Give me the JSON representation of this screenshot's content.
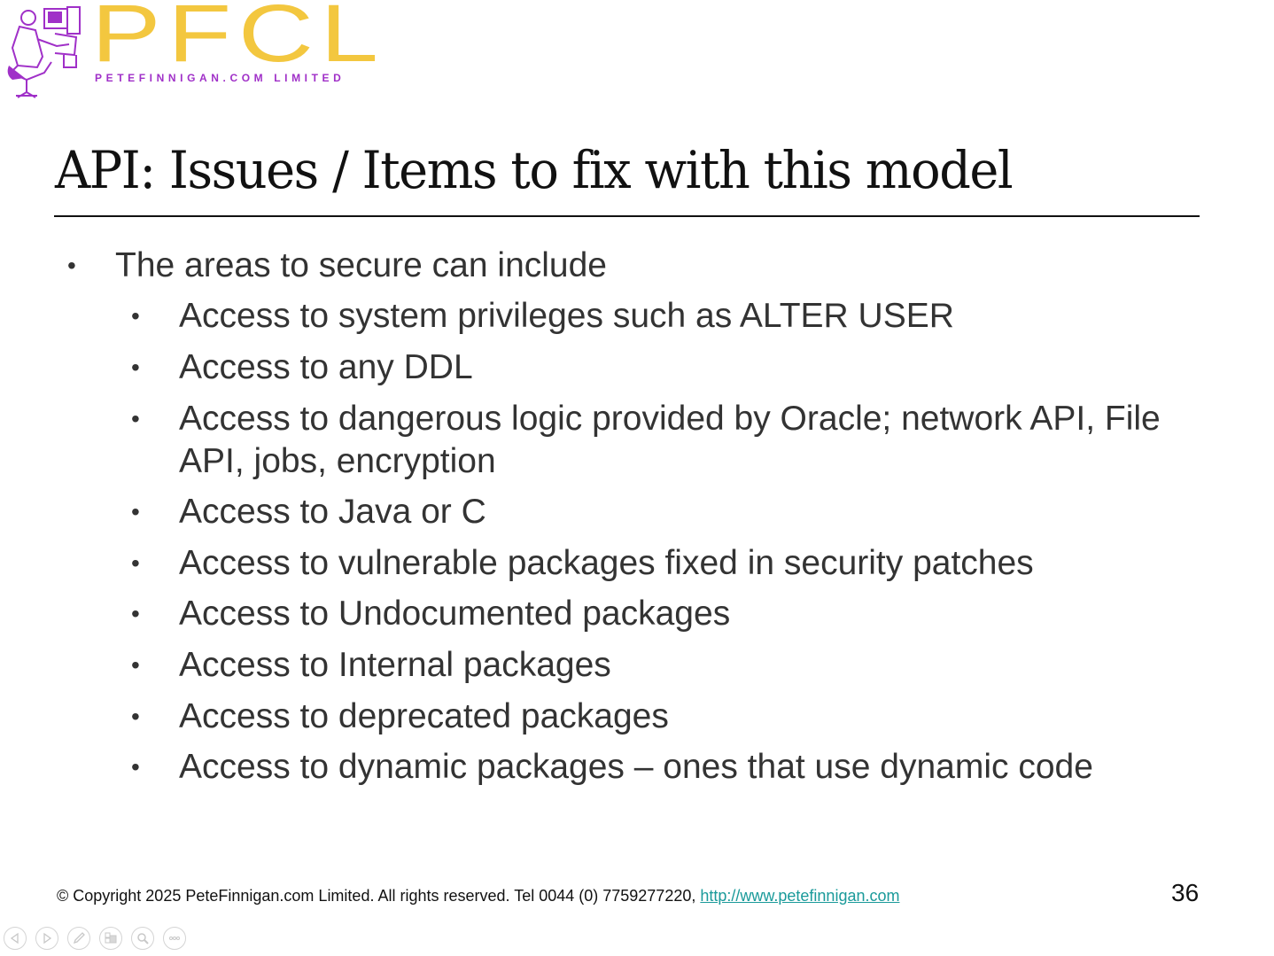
{
  "logo": {
    "wordmark": "PFCL",
    "subtitle": "PETEFINNIGAN.COM LIMITED",
    "wordmark_color": "#f3c73f",
    "accent_color": "#a030c8"
  },
  "slide": {
    "title": "API: Issues / Items to fix with this model",
    "bullets": [
      {
        "level": 1,
        "text": "The areas to secure can include"
      },
      {
        "level": 2,
        "text": "Access to system privileges such as ALTER USER"
      },
      {
        "level": 2,
        "text": "Access to any DDL"
      },
      {
        "level": 2,
        "text": "Access to dangerous logic provided by Oracle; network API, File",
        "cont": "API, jobs, encryption"
      },
      {
        "level": 2,
        "text": "Access to Java or C"
      },
      {
        "level": 2,
        "text": "Access to vulnerable packages fixed in security patches"
      },
      {
        "level": 2,
        "text": "Access to Undocumented packages"
      },
      {
        "level": 2,
        "text": "Access to Internal packages"
      },
      {
        "level": 2,
        "text": "Access to deprecated packages"
      },
      {
        "level": 2,
        "text": "Access to dynamic packages – ones that use dynamic code"
      }
    ],
    "bullet_glyph": "•"
  },
  "footer": {
    "copyright": "© Copyright  2025 PeteFinnigan.com Limited. All rights reserved. Tel 0044 (0) 7759277220, ",
    "link_text": "http://www.petefinnigan.com",
    "link_color": "#1a9a9a",
    "page_number": "36"
  },
  "nav": {
    "buttons": [
      "previous-slide",
      "next-slide",
      "pen",
      "slide-sorter",
      "zoom",
      "more-options"
    ]
  }
}
